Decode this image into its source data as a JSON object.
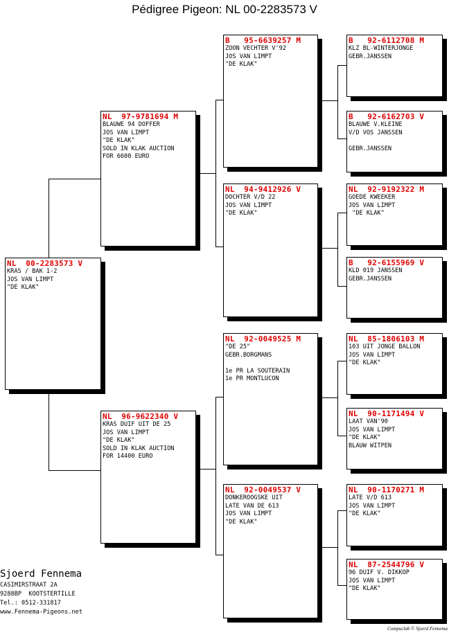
{
  "title": "Pédigree Pigeon: NL  00-2283573 V",
  "pigeons": {
    "subject": {
      "ring": "NL  00-2283573 V",
      "lines": [
        "KRAS / BAK 1-2",
        "JOS VAN LIMPT",
        "\"DE KLAK\""
      ]
    },
    "sire": {
      "ring": "NL  97-9781694 M",
      "lines": [
        "BLAUWE 94 DOFFER",
        "JOS VAN LIMPT",
        "\"DE KLAK\"",
        "SOLD IN KLAK AUCTION",
        "FOR 6600 EURO"
      ]
    },
    "dam": {
      "ring": "NL  96-9622340 V",
      "lines": [
        "KRAS DUIF UIT DE 25",
        "JOS VAN LIMPT",
        "\"DE KLAK\"",
        "SOLD IN KLAK AUCTION",
        "FOR 14400 EURO"
      ]
    },
    "sire_sire": {
      "ring": "B   95-6639257 M",
      "lines": [
        "ZOON VECHTER V'92",
        "JOS VAN LIMPT",
        "\"DE KLAK\""
      ]
    },
    "sire_dam": {
      "ring": "NL  94-9412926 V",
      "lines": [
        "DOCHTER V/D 22",
        "JOS VAN LIMPT",
        "\"DE KLAK\""
      ]
    },
    "dam_sire": {
      "ring": "NL  92-0049525 M",
      "lines": [
        "\"DE 25\"",
        "GEBR.BORGMANS",
        "",
        "1e PR LA SOUTERAIN",
        "1e PR MONTLUCON"
      ]
    },
    "dam_dam": {
      "ring": "NL  92-0049537 V",
      "lines": [
        "DONKEROOGSKE UIT",
        "LATE VAN DE 613",
        "JOS VAN LIMPT",
        "\"DE KLAK\""
      ]
    },
    "ggp1": {
      "ring": "B   92-6112708 M",
      "lines": [
        "KLZ BL-WINTERJONGE",
        "GEBR.JANSSEN"
      ]
    },
    "ggp2": {
      "ring": "B   92-6162703 V",
      "lines": [
        "BLAUWE V.KLEINE",
        "V/D VOS JANSSEN",
        "",
        "GEBR.JANSSEN"
      ]
    },
    "ggp3": {
      "ring": "NL  92-9192322 M",
      "lines": [
        "GOEDE KWEEKER",
        "JOS VAN LIMPT",
        " \"DE KLAK\""
      ]
    },
    "ggp4": {
      "ring": "B   92-6155969 V",
      "lines": [
        "KLD 019 JANSSEN",
        "GEBR.JANSSEN"
      ]
    },
    "ggp5": {
      "ring": "NL  85-1806103 M",
      "lines": [
        "103 UIT JONGE BALLON",
        "JOS VAN LIMPT",
        "\"DE KLAK\""
      ]
    },
    "ggp6": {
      "ring": "NL  90-1171494 V",
      "lines": [
        "LAAT VAN'90",
        "JOS VAN LIMPT",
        "\"DE KLAK\"",
        "BLAUW WITPEN"
      ]
    },
    "ggp7": {
      "ring": "NL  90-1170271 M",
      "lines": [
        "LATE V/D 613",
        "JOS VAN LIMPT",
        "\"DE KLAK\""
      ]
    },
    "ggp8": {
      "ring": "NL  87-2544796 V",
      "lines": [
        "96 DUIF V. DIKKOP",
        "JOS VAN LIMPT",
        "\"DE KLAK\""
      ]
    }
  },
  "breeder": {
    "name": "Sjoerd Fennema",
    "address": "CASIMIRSTRAAT 2A",
    "city": "9288BP  KOOTSTERTILLE",
    "phone": "Tel.: 0512-331817",
    "website": "www.Fennema-Pigeons.net"
  },
  "credit": "Compuclub © Sjoerd Fennema"
}
